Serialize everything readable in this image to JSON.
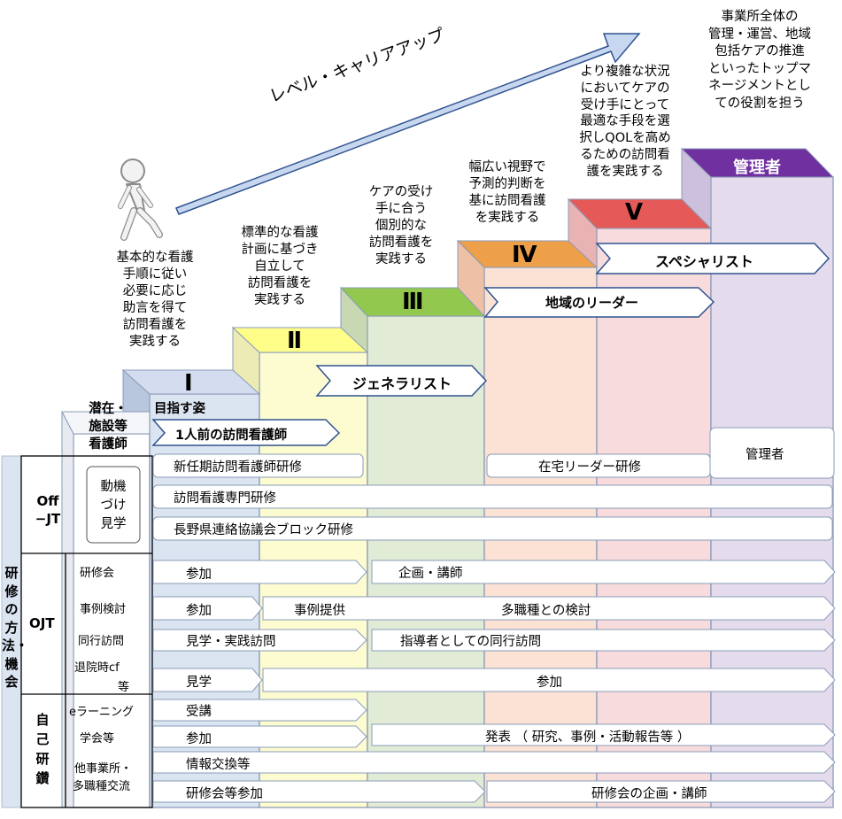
{
  "career_arrow_label": "レベル・キャリアアップ",
  "level_descriptions": {
    "level1": "基本的な看護\n手順に従い\n必要に応じ\n助言を得て\n訪問看護を\n実践する",
    "level2": "標準的な看護\n計画に基づき\n自立して\n訪問看護を\n実践する",
    "level3": "ケアの受け\n手に合う\n個別的な\n訪問看護を\n実践する",
    "level4": "幅広い視野で\n予測的判断を\n基に訪問看護\nを実践する",
    "level5": "より複雑な状況\nにおいてケアの\n受け手にとって\n最適な手段を選\n択しQOLを高め\nるための訪問看\n護を実践する",
    "manager": "事業所全体の\n管理・運営、地域\n包括ケアの推進\nといったトップマ\nネージメントとし\nての役割を担う"
  },
  "levels": {
    "l0": "潜在・\n施設等\n看護師",
    "l1": "Ⅰ",
    "l2": "Ⅱ",
    "l3": "Ⅲ",
    "l4": "Ⅳ",
    "l5": "Ⅴ",
    "manager": "管理者"
  },
  "goal_label": "目指す姿",
  "goals": {
    "g1": "1人前の訪問看護師",
    "g2": "ジェネラリスト",
    "g3": "地域のリーダー",
    "g4": "スペシャリスト"
  },
  "method_section_label": "研修の方法・機会",
  "offjt": {
    "label": "Off\n−JT",
    "motivation": "動機\nづけ\n見学",
    "new_staff": "新任期訪問看護師研修",
    "specialist": "訪問看護専門研修",
    "nagano": "長野県連絡協議会ブロック研修",
    "home_leader": "在宅リーダー研修",
    "manager": "管理者"
  },
  "ojt": {
    "label": "OJT",
    "rows": {
      "training": {
        "label": "研修会",
        "a": "参加",
        "b": "企画・講師"
      },
      "case": {
        "label": "事例検討",
        "a": "参加",
        "b1": "事例提供",
        "b2": "多職種との検討"
      },
      "visit": {
        "label": "同行訪問",
        "a": "見学・実践訪問",
        "b": "指導者としての同行訪問"
      },
      "discharge": {
        "label1": "退院時cf",
        "label2": "等",
        "a": "見学",
        "b": "参加"
      }
    }
  },
  "self": {
    "label": "自\n己\n研\n鑽",
    "elearning": {
      "label": "eラーニング",
      "a": "受講"
    },
    "society": {
      "label": "学会等",
      "a": "参加",
      "b": "発表 （ 研究、事例・活動報告等 ）"
    },
    "other": {
      "label1": "他事業所・",
      "label2": "多職種交流",
      "a": "情報交換等",
      "b": "研修会等参加",
      "c": "研修会の企画・講師"
    }
  },
  "colors": {
    "col0": "#ffffff",
    "col1": "#dbe4f1",
    "col2": "#fdfbd0",
    "col3": "#e1ebd6",
    "col4": "#fbe2d4",
    "col5": "#f8dbdc",
    "col6": "#e4dcec",
    "top1": "#d4dcef",
    "top2": "#fefe88",
    "top3": "#93c84f",
    "top4": "#ee9f4a",
    "top5": "#e55a58",
    "top6": "#7030a0",
    "arrow_fill": "#c7d7ef"
  }
}
